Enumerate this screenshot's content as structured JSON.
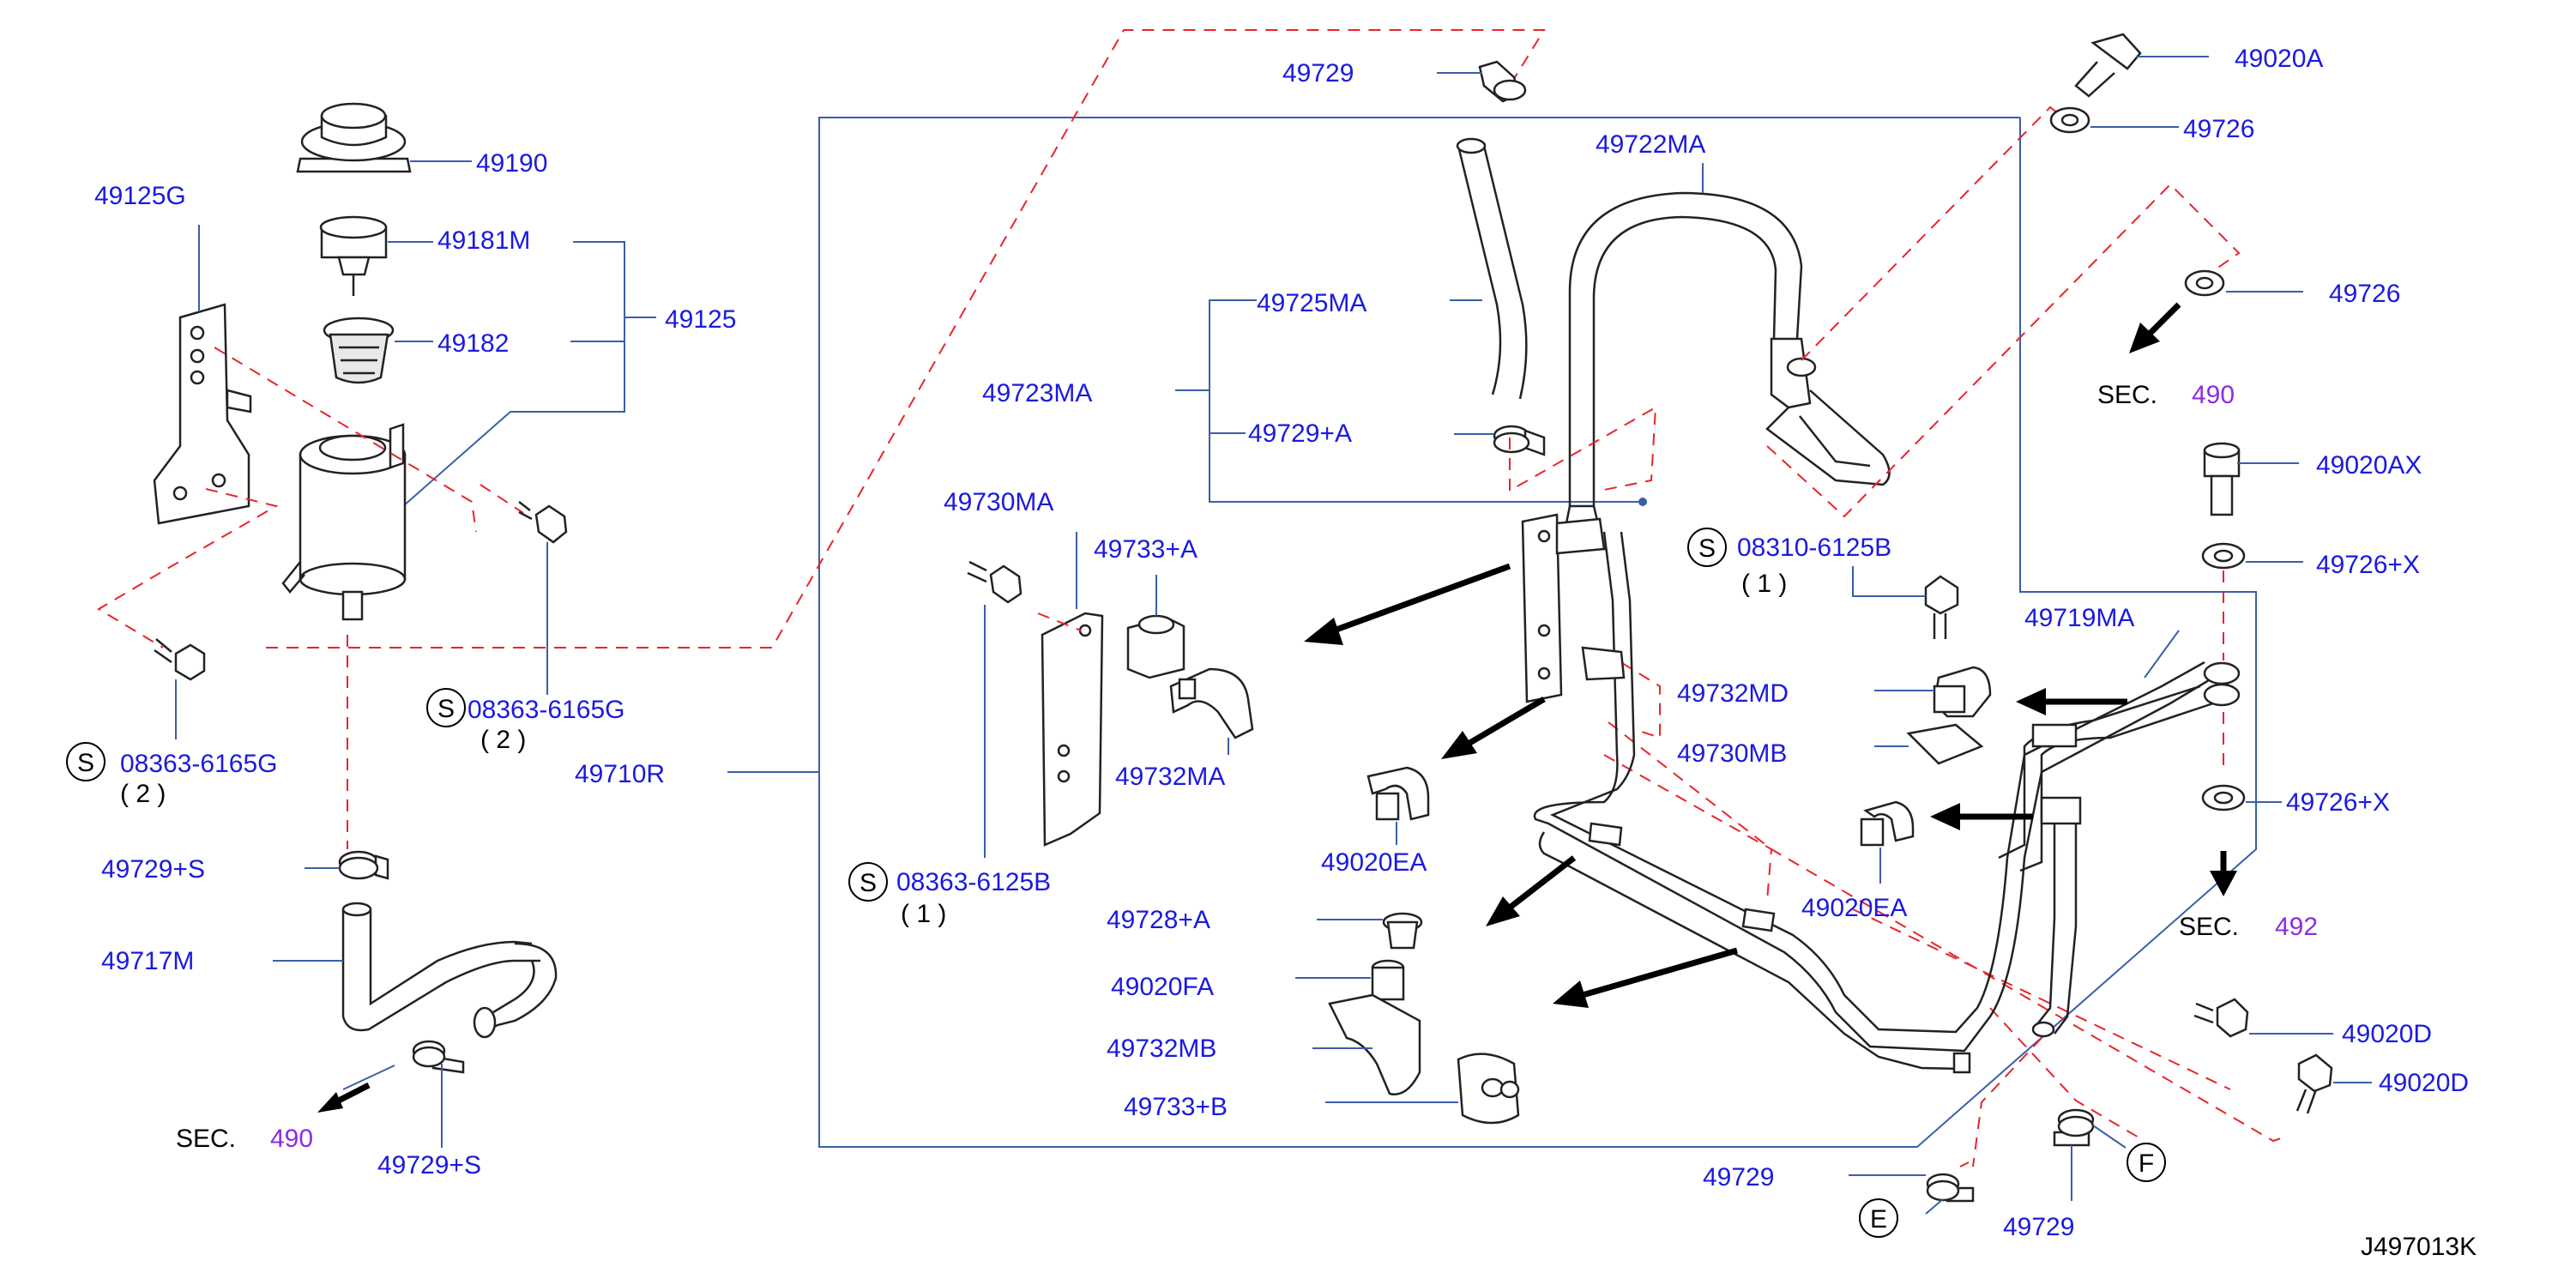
{
  "labels": {
    "p49190": "49190",
    "p49125G": "49125G",
    "p49181M": "49181M",
    "p49125": "49125",
    "p49182": "49182",
    "p08363_6165G_a": "08363-6165G",
    "p08363_6165G_a_qty": "( 2 )",
    "p08363_6165G_b": "08363-6165G",
    "p08363_6165G_b_qty": "( 2 )",
    "p49710R": "49710R",
    "p49729S_a": "49729+S",
    "p49717M": "49717M",
    "p49729S_b": "49729+S",
    "p49729_top": "49729",
    "p49722MA": "49722MA",
    "p49725MA": "49725MA",
    "p49723MA": "49723MA",
    "p49729A": "49729+A",
    "p49730MA": "49730MA",
    "p49733A": "49733+A",
    "p49732MA": "49732MA",
    "p08363_6125B": "08363-6125B",
    "p08363_6125B_qty": "( 1 )",
    "p49728A": "49728+A",
    "p49020FA": "49020FA",
    "p49732MB": "49732MB",
    "p49733B": "49733+B",
    "p49020EA_left": "49020EA",
    "p08310_6125B": "08310-6125B",
    "p08310_6125B_qty": "( 1 )",
    "p49732MD": "49732MD",
    "p49730MB": "49730MB",
    "p49020EA_right": "49020EA",
    "p49719MA": "49719MA",
    "p49020A": "49020A",
    "p49726_a": "49726",
    "p49726_b": "49726",
    "p49020AX": "49020AX",
    "p49726X_a": "49726+X",
    "p49726X_b": "49726+X",
    "p49020D_a": "49020D",
    "p49020D_b": "49020D",
    "p49729_bl": "49729",
    "p49729_br": "49729",
    "drawing_no": "J497013K"
  },
  "sec_refs": {
    "sec_word": "SEC.",
    "sec_top_right_num": "490",
    "sec_mid_right_num": "492",
    "sec_left_num": "490"
  },
  "circle_letters": {
    "s": "S",
    "e": "E",
    "f": "F"
  }
}
